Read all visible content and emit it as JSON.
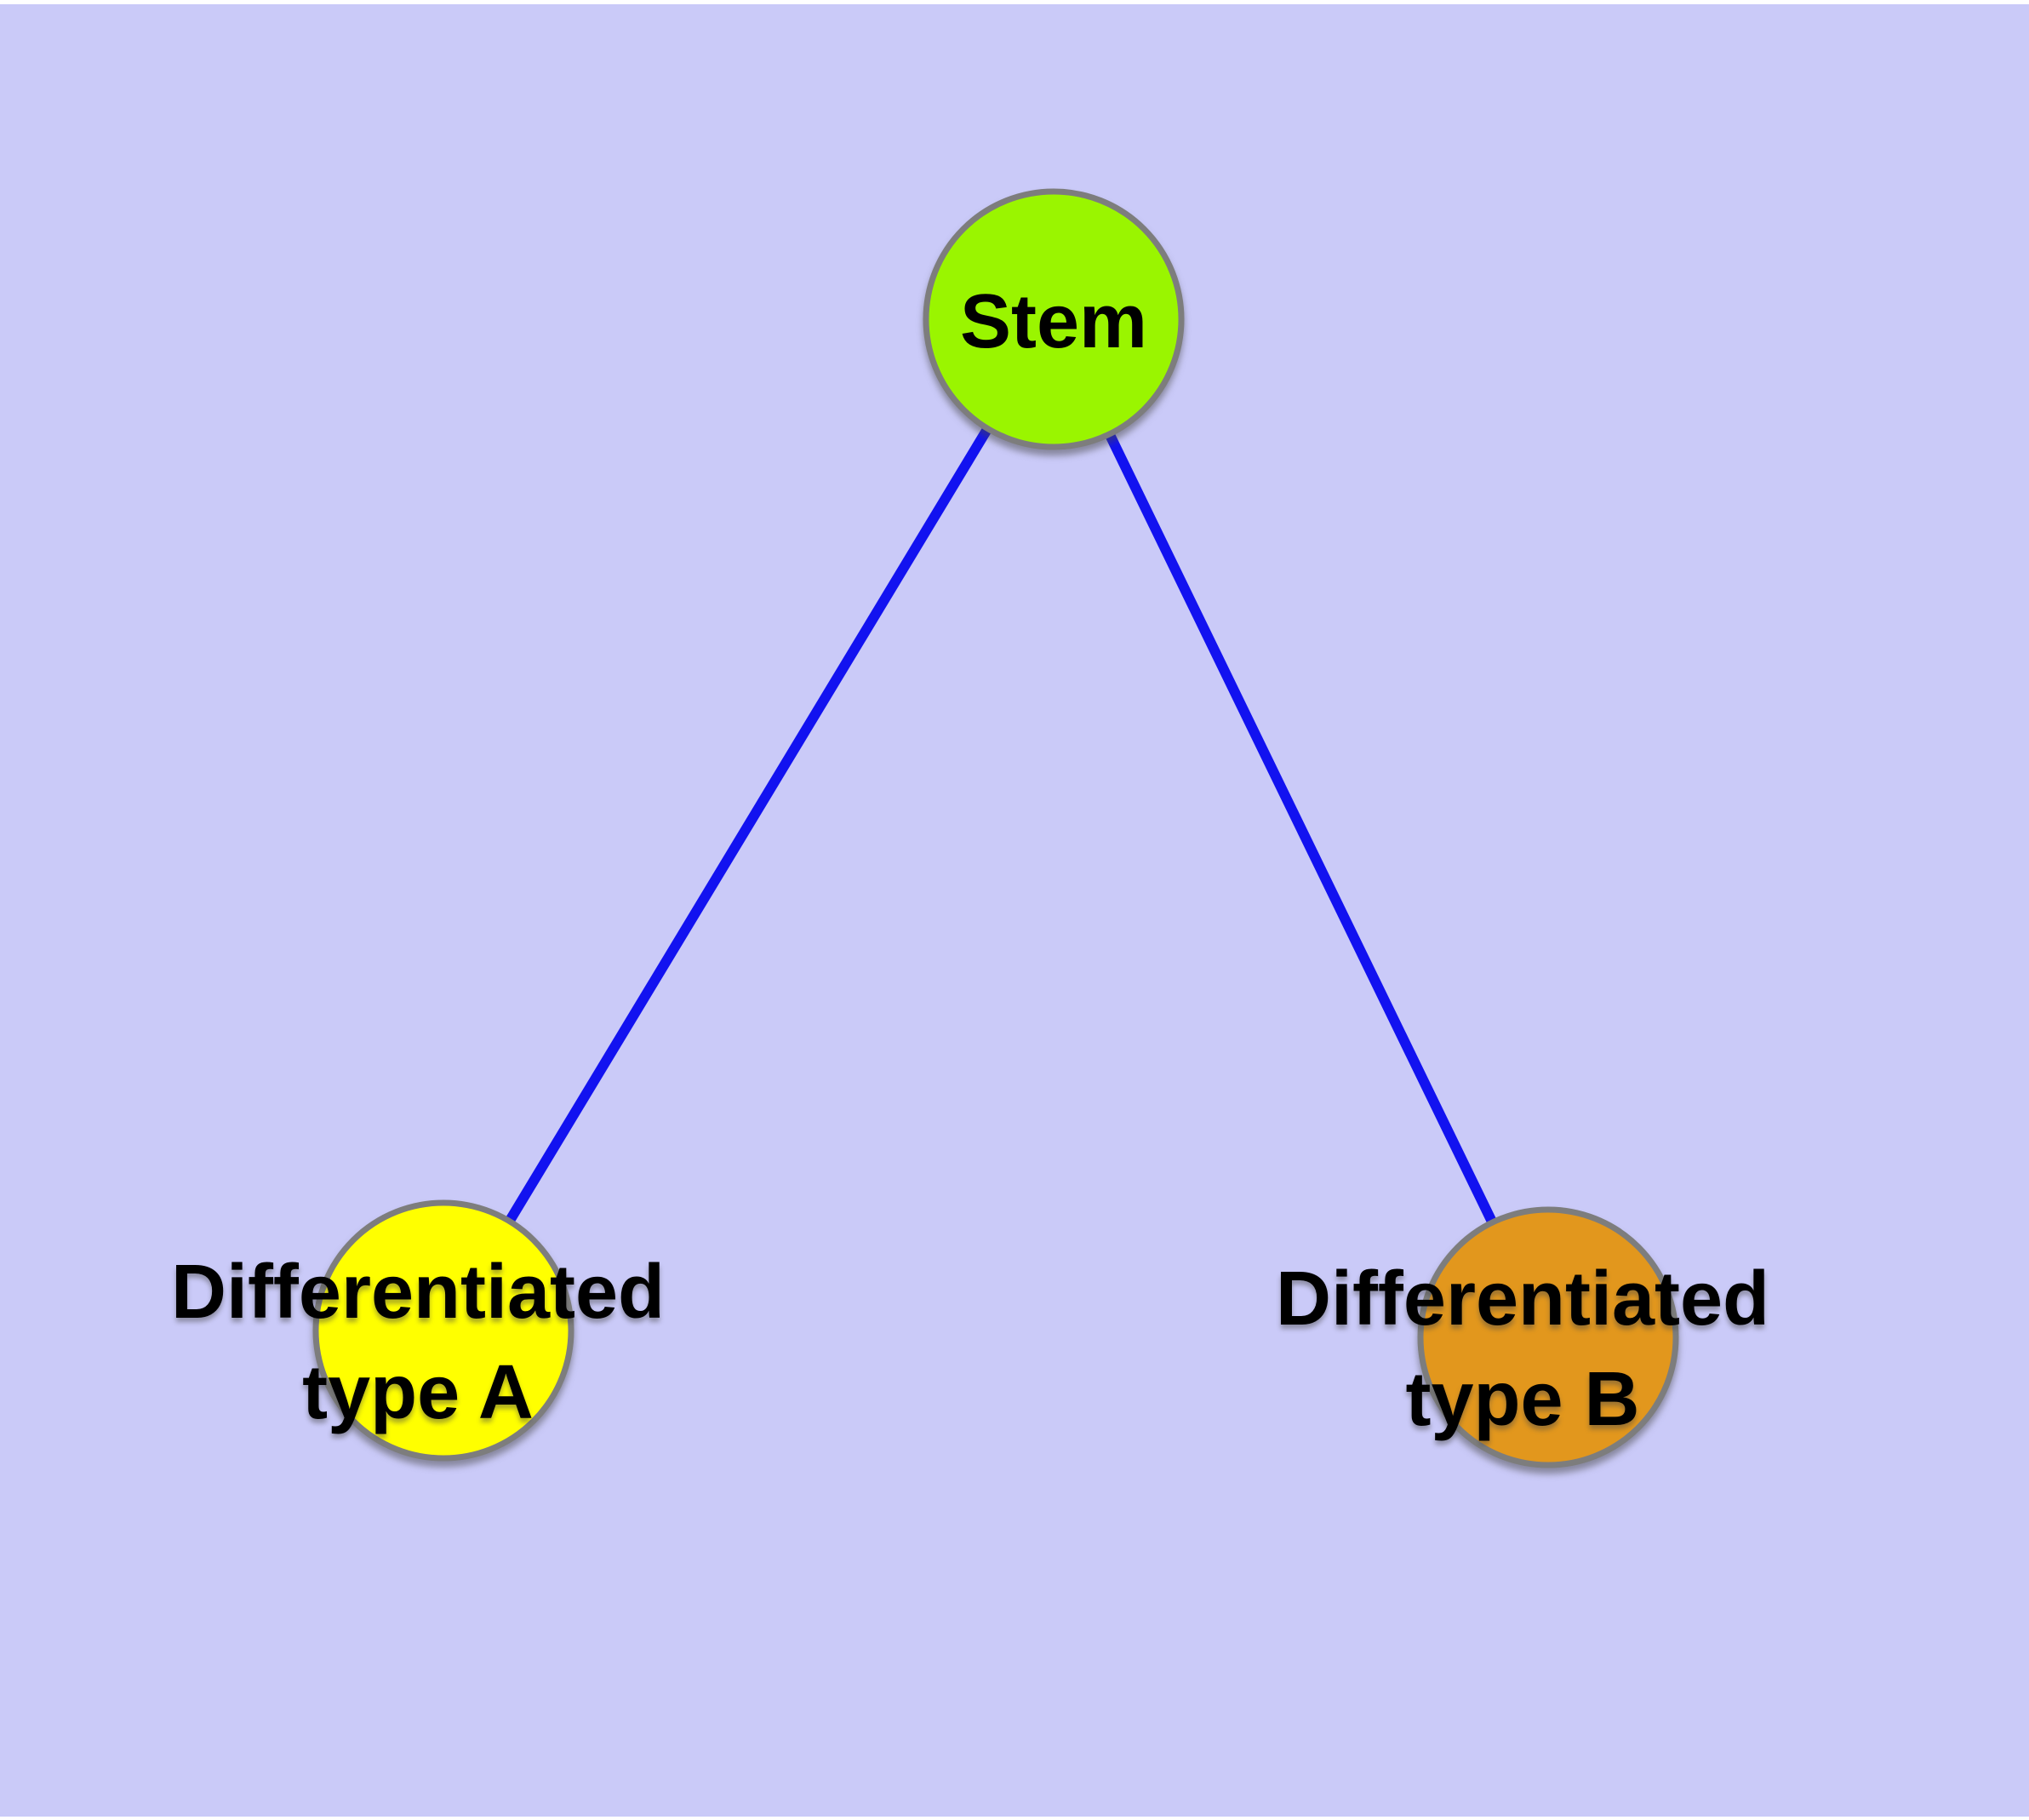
{
  "canvas": {
    "background_color": "#CACAF8",
    "frame_color": "#FFFFFF",
    "edge_color": "#1212F0",
    "node_border_color": "#7D7D7D",
    "label_color": "#000000"
  },
  "nodes": {
    "stem": {
      "label": "Stem",
      "fill": "#9AF500"
    },
    "type_a": {
      "label_line1": "Differentiated",
      "label_line2": "type A",
      "fill": "#FFFF00"
    },
    "type_b": {
      "label_line1": "Differentiated",
      "label_line2": "type B",
      "fill": "#E2971D"
    }
  },
  "edges": [
    {
      "from": "stem",
      "to": "type_a"
    },
    {
      "from": "stem",
      "to": "type_b"
    }
  ]
}
